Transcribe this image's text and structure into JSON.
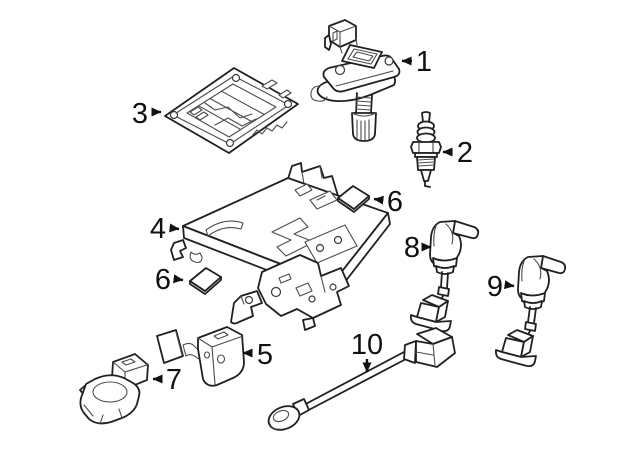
{
  "diagram": {
    "kind": "exploded-parts-line-drawing",
    "colors": {
      "background": "#ffffff",
      "outline": "#221f1f",
      "detail_line": "#4c4c4c",
      "label_text": "#111111"
    },
    "callouts": [
      {
        "label": "1",
        "part": "ignition-coil"
      },
      {
        "label": "2",
        "part": "spark-plug"
      },
      {
        "label": "3",
        "part": "engine-control-module"
      },
      {
        "label": "4",
        "part": "module-mounting-bracket"
      },
      {
        "label": "5",
        "part": "side-bracket"
      },
      {
        "label": "6",
        "part": "mounting-pad-upper"
      },
      {
        "label": "6",
        "part": "mounting-pad-lower"
      },
      {
        "label": "7",
        "part": "knock-sensor"
      },
      {
        "label": "8",
        "part": "camshaft-position-sensor"
      },
      {
        "label": "9",
        "part": "crankshaft-position-sensor"
      },
      {
        "label": "10",
        "part": "sensor-harness"
      }
    ]
  }
}
